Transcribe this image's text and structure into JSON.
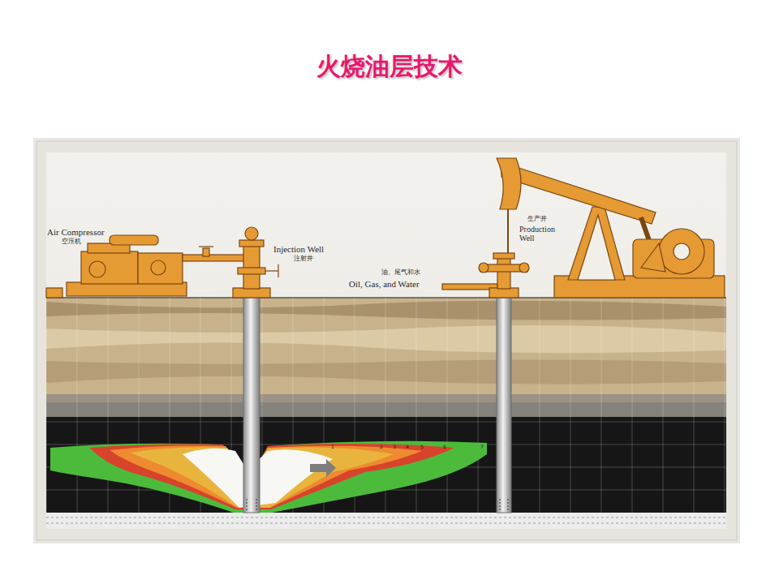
{
  "diagram": {
    "title": "火烧油层技术",
    "labels": [
      "Air Compressor",
      "空压机",
      "Injection Well",
      "注射井",
      "油、尾气和水",
      "Oil, Gas, and Water",
      "生产井",
      "Production Well",
      "1",
      "2",
      "3",
      "4",
      "5",
      "6",
      "7"
    ]
  }
}
